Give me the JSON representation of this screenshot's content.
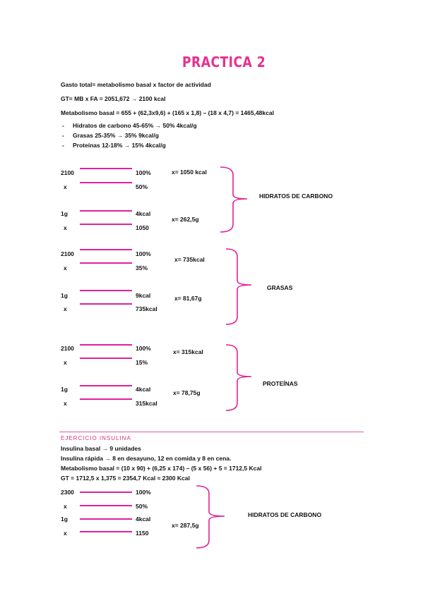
{
  "title": "PRACTICA 2",
  "intro": {
    "gasto_total": "Gasto total= metabolismo basal x factor de actividad",
    "gt": "GT= MB x FA = 2051,672 → 2100 kcal",
    "metabolismo": "Metabolismo basal = 655 + (62,3x9,6) + (165 x 1,8) – (18 x 4,7) = 1465,48kcal",
    "bullets": [
      "Hidratos de carbono 45-65% → 50% 4kcal/g",
      "Grasas 25-35% → 35% 9kcal/g",
      "Proteínas 12-18% → 15% 4kcal/g"
    ]
  },
  "blocks": [
    {
      "label": "HIDRATOS DE CARBONO",
      "r1": {
        "left": "2100",
        "right": "100%"
      },
      "r2": {
        "left": "x",
        "right": "50%"
      },
      "r3": {
        "left": "1g",
        "right": "4kcal"
      },
      "r4": {
        "left": "x",
        "right": "1050"
      },
      "res1": "x= 1050 kcal",
      "res2": "x= 262,5g"
    },
    {
      "label": "GRASAS",
      "r1": {
        "left": "2100",
        "right": "100%"
      },
      "r2": {
        "left": "x",
        "right": "35%"
      },
      "r3": {
        "left": "1g",
        "right": "9kcal"
      },
      "r4": {
        "left": "x",
        "right": "735kcal"
      },
      "res1": "x= 735kcal",
      "res2": "x= 81,67g"
    },
    {
      "label": "PROTEÍNAS",
      "r1": {
        "left": "2100",
        "right": "100%"
      },
      "r2": {
        "left": "x",
        "right": "15%"
      },
      "r3": {
        "left": "1g",
        "right": "4kcal"
      },
      "r4": {
        "left": "x",
        "right": "315kcal"
      },
      "res1": "x= 315kcal",
      "res2": "x= 78,75g"
    }
  ],
  "insulina": {
    "heading": "EJERCICIO INSULINA",
    "basal": "Insulina basal → 9 unidades",
    "rapida": "Insulina rápida → 8 en desayuno, 12 en comida y 8 en cena.",
    "metabolismo": "Metabolismo basal = (10 x 90) + (6,25 x 174) – (5 x 56) + 5 = 1712,5 Kcal",
    "gt": "GT = 1712,5 x 1,375 = 2354,7 Kcal ≈ 2300 Kcal",
    "block": {
      "label": "HIDRATOS DE CARBONO",
      "r1": {
        "left": "2300",
        "right": "100%"
      },
      "r2": {
        "left": "x",
        "right": "50%"
      },
      "r3": {
        "left": "1g",
        "right": "4kcal"
      },
      "r4": {
        "left": "x",
        "right": "1150"
      },
      "res": "x= 287,5g"
    }
  },
  "colors": {
    "title": "#e8308f",
    "lines": "#e0219a",
    "heading": "#d6337c"
  }
}
